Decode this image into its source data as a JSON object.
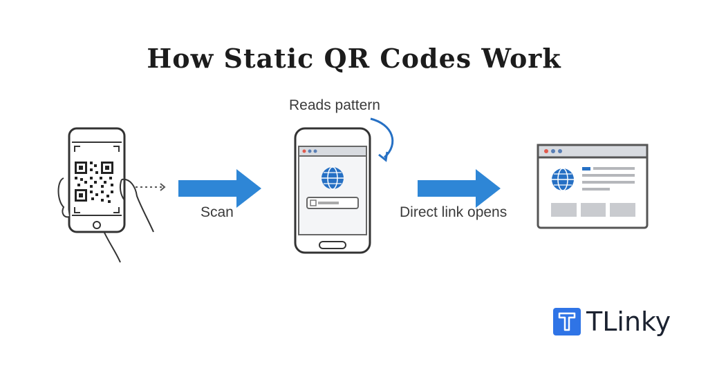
{
  "title": "How Static QR Codes Work",
  "steps": {
    "scan_label": "Scan",
    "reads_label": "Reads pattern",
    "direct_label": "Direct link opens"
  },
  "brand": {
    "name": "TLinky"
  },
  "icons": {
    "phone_scanning": "phone-qr-scan-icon",
    "arrow": "right-arrow-icon",
    "phone_reading": "phone-browser-icon",
    "rotate": "curved-arrow-icon",
    "globe": "globe-icon",
    "browser": "browser-window-icon",
    "logo": "tlinky-logo-icon"
  },
  "colors": {
    "accent": "#2e86d6",
    "globe": "#2670c4",
    "outline": "#333333",
    "brand": "#2f74e6"
  }
}
